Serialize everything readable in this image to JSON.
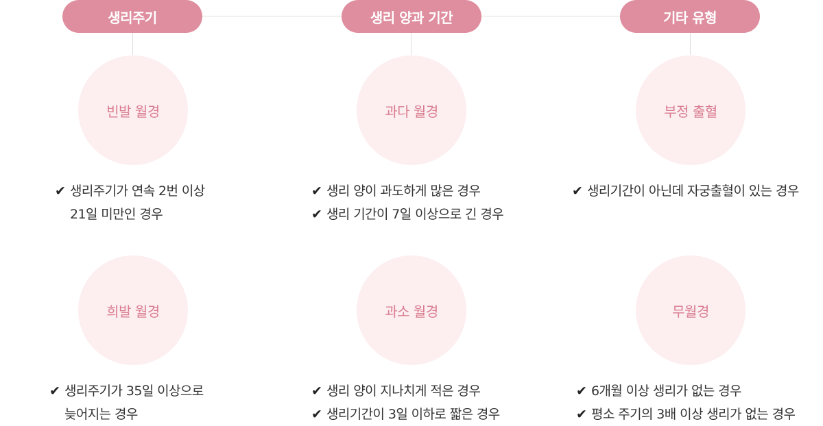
{
  "categories": [
    {
      "title": "생리주기",
      "items": [
        {
          "name": "빈발 월경",
          "notes": [
            [
              "생리주기가 연속 2번 이상",
              "21일 미만인 경우"
            ]
          ]
        },
        {
          "name": "희발 월경",
          "notes": [
            [
              "생리주기가 35일 이상으로",
              "늦어지는 경우"
            ]
          ]
        }
      ]
    },
    {
      "title": "생리 양과 기간",
      "items": [
        {
          "name": "과다 월경",
          "notes": [
            [
              "생리 양이 과도하게 많은 경우"
            ],
            [
              "생리 기간이 7일 이상으로 긴 경우"
            ]
          ]
        },
        {
          "name": "과소 월경",
          "notes": [
            [
              "생리 양이 지나치게 적은 경우"
            ],
            [
              "생리기간이 3일 이하로 짧은 경우"
            ]
          ]
        }
      ]
    },
    {
      "title": "기타 유형",
      "items": [
        {
          "name": "부정 출혈",
          "notes": [
            [
              "생리기간이 아닌데 자궁출혈이 있는 경우"
            ]
          ]
        },
        {
          "name": "무월경",
          "notes": [
            [
              "6개월 이상 생리가 없는 경우"
            ],
            [
              "평소 주기의 3배 이상 생리가 없는 경우"
            ]
          ]
        }
      ]
    }
  ],
  "check_symbol": "✔",
  "colors": {
    "pill": "#de8e9e",
    "circle": "#fdeef0",
    "circle_text": "#d97d90",
    "line": "#dddddd"
  }
}
